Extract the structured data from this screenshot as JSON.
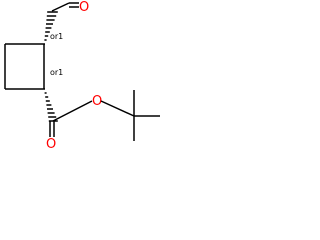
{
  "molecule": {
    "atoms": {
      "aldehyde_oxygen": "O",
      "ester_carbonyl_oxygen": "O",
      "ester_ether_oxygen": "O"
    },
    "stereo_labels": [
      "or1",
      "or1"
    ],
    "colors": {
      "bond": "#000000",
      "oxygen": "#ff0000",
      "background": "#ffffff"
    }
  }
}
